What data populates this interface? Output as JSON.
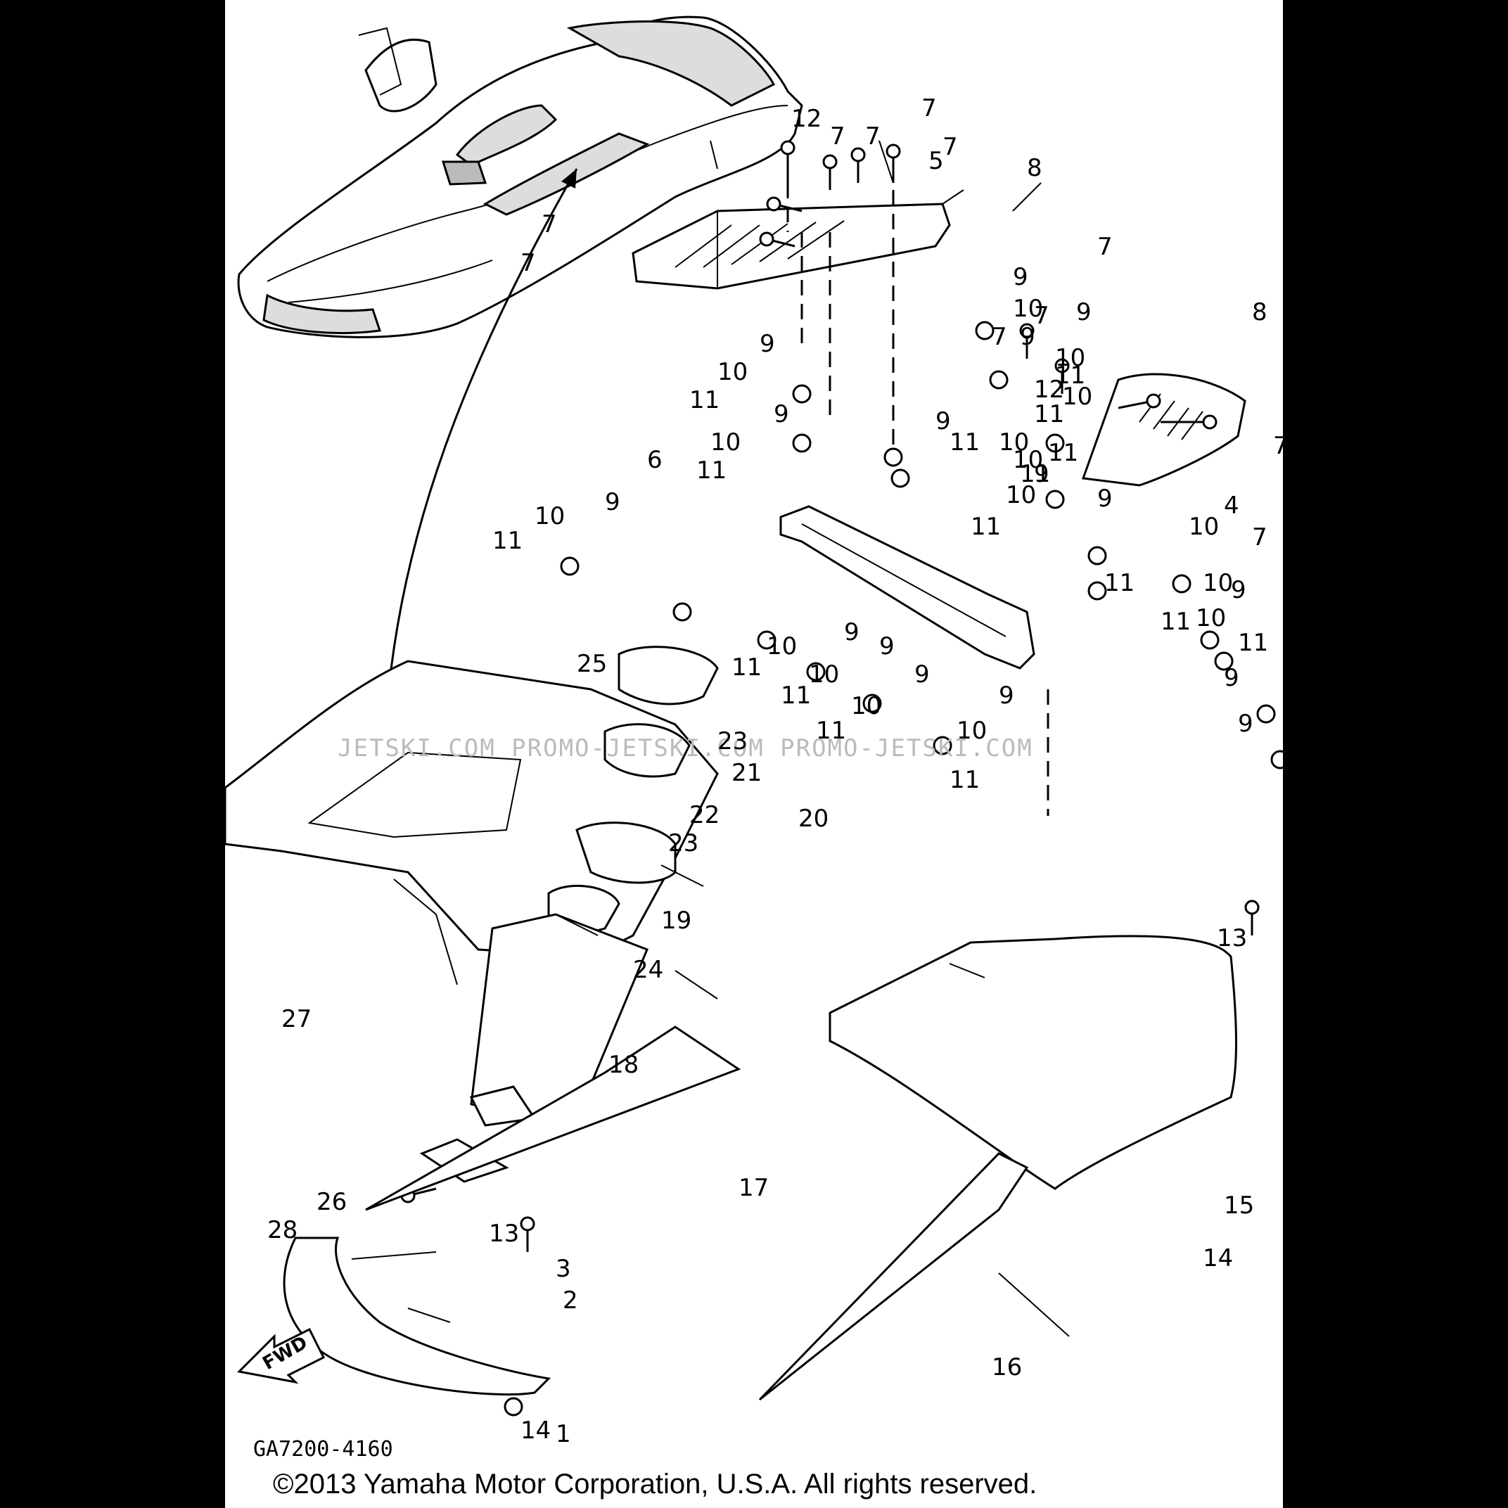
{
  "diagram": {
    "drawing_code": "GA7200-4160",
    "copyright": "©2013 Yamaha Motor Corporation, U.S.A. All rights reserved.",
    "watermark": "JETSKI.COM   PROMO-JETSKI.COM   PROMO-JETSKI.COM",
    "fwd_label": "FWD",
    "callouts": {
      "c1": "1",
      "c2": "2",
      "c3": "3",
      "c4": "4",
      "c5": "5",
      "c6": "6",
      "c7a": "7",
      "c7b": "7",
      "c7c": "7",
      "c7d": "7",
      "c7e": "7",
      "c7f": "7",
      "c7g": "7",
      "c7h": "7",
      "c7i": "7",
      "c7j": "7",
      "c7k": "7",
      "c8a": "8",
      "c8b": "8",
      "c9a": "9",
      "c9b": "9",
      "c9c": "9",
      "c9d": "9",
      "c9e": "9",
      "c9f": "9",
      "c9g": "9",
      "c9h": "9",
      "c9i": "9",
      "c9j": "9",
      "c9k": "9",
      "c9l": "9",
      "c9m": "9",
      "c9n": "9",
      "c9o": "9",
      "c9p": "9",
      "c10a": "10",
      "c10b": "10",
      "c10c": "10",
      "c10d": "10",
      "c10e": "10",
      "c10f": "10",
      "c10g": "10",
      "c10h": "10",
      "c10i": "10",
      "c10j": "10",
      "c10k": "10",
      "c10l": "10",
      "c10m": "10",
      "c10n": "10",
      "c10o": "10",
      "c10p": "10",
      "c11a": "11",
      "c11b": "11",
      "c11c": "11",
      "c11d": "11",
      "c11e": "11",
      "c11f": "11",
      "c11g": "11",
      "c11h": "11",
      "c11i": "11",
      "c11j": "11",
      "c11k": "11",
      "c11l": "11",
      "c11m": "11",
      "c11n": "11",
      "c11o": "11",
      "c11p": "11",
      "c12a": "12",
      "c12b": "12",
      "c13a": "13",
      "c13b": "13",
      "c14a": "14",
      "c14b": "14",
      "c15": "15",
      "c16": "16",
      "c17": "17",
      "c18": "18",
      "c19": "19",
      "c20": "20",
      "c21": "21",
      "c22": "22",
      "c23a": "23",
      "c23b": "23",
      "c24": "24",
      "c25": "25",
      "c26": "26",
      "c27": "27",
      "c28": "28"
    }
  }
}
